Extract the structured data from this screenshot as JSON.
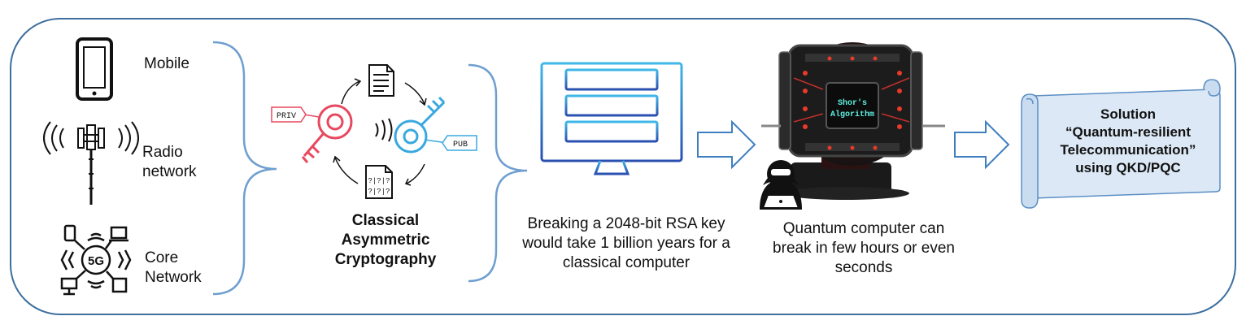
{
  "endpoints": {
    "mobile": "Mobile",
    "radio": "Radio network",
    "core": "Core Network"
  },
  "crypto": {
    "title": "Classical Asymmetric Cryptography",
    "priv_tag": "PRIV",
    "pub_tag": "PUB"
  },
  "classical": {
    "caption": "Breaking a 2048-bit RSA key would take 1 billion years for a classical computer"
  },
  "quantum": {
    "chip_label": "Shor's Algorithm",
    "caption": "Quantum computer can break in few hours or even seconds"
  },
  "solution": {
    "title": "Solution",
    "text": "“Quantum-resilient Telecommunication” using QKD/PQC"
  },
  "fiveg_label": "5G",
  "colors": {
    "frame": "#3d6f9e",
    "brace": "#6f9fd0",
    "arrow": "#3f7fc0",
    "server_top": "#3fb8e8",
    "server_bottom": "#2a4fb0",
    "priv_key": "#e8485f",
    "pub_key": "#3aa8e0",
    "scroll_fill": "#dce8f5",
    "chip_text": "#5ef0e0"
  },
  "icons": [
    "phone-icon",
    "radio-tower-icon",
    "fiveg-network-icon",
    "document-icon",
    "private-key-icon",
    "public-key-icon",
    "server-icon",
    "quantum-computer-icon",
    "hacker-icon",
    "scroll-icon",
    "arrow-right-icon"
  ]
}
